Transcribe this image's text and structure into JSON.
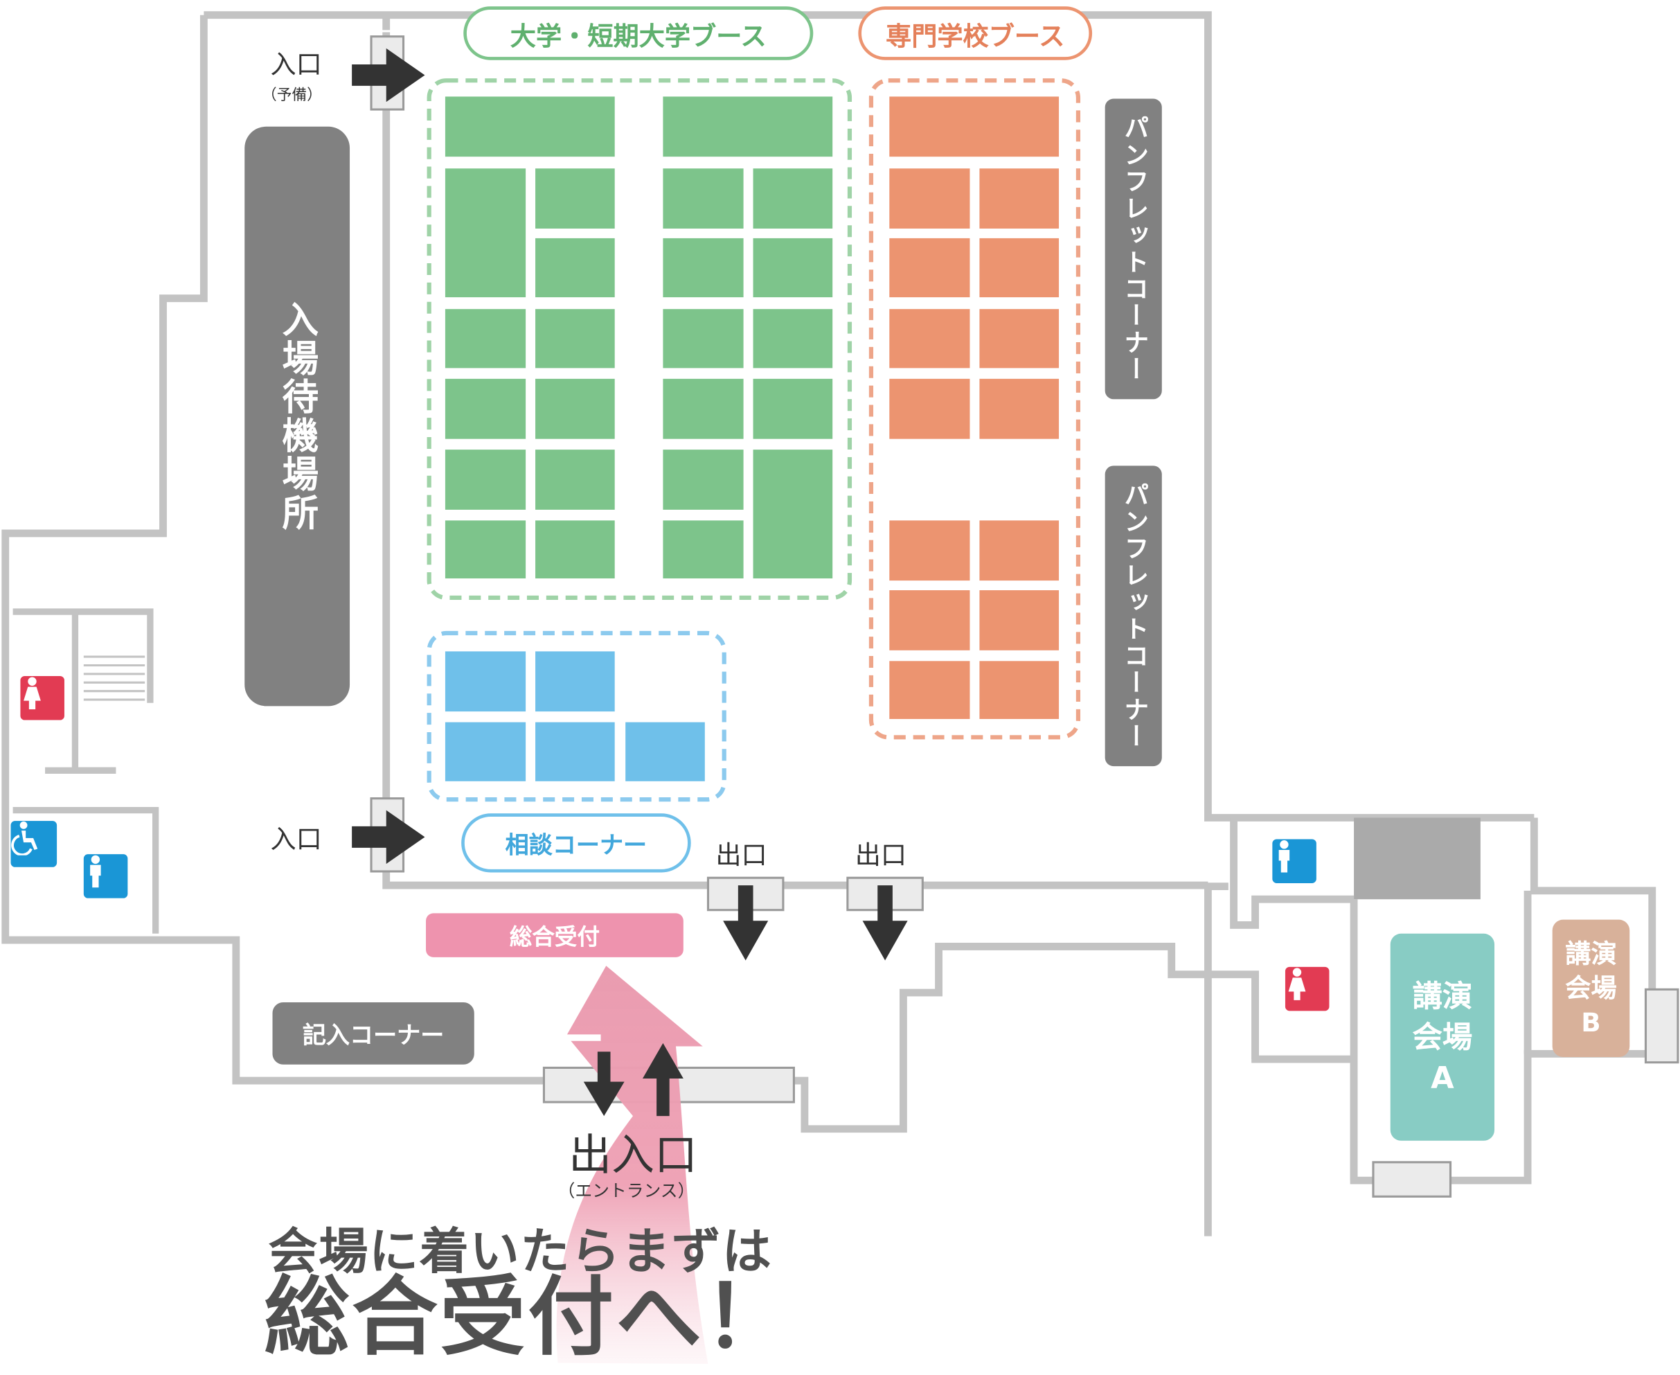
{
  "colors": {
    "university": "#7dc48b",
    "vocational": "#ec9470",
    "consult": "#6fc0ea",
    "reception": "#ee93ae",
    "gray_panel": "#818181",
    "hall_a": "#88ccc4",
    "hall_b": "#d8b19a",
    "wall": "#c3c3c3",
    "female": "#e23b53",
    "male": "#1a96d6",
    "text": "#444444"
  },
  "labels": {
    "university_booth": "大学・短期大学ブース",
    "vocational_booth": "専門学校ブース",
    "consult_corner": "相談コーナー",
    "reception": "総合受付",
    "fill_in_corner": "記入コーナー",
    "waiting_area": "入場待機場所",
    "pamphlet_corner_1": "パンフレットコーナー",
    "pamphlet_corner_2": "パンフレットコーナー",
    "entrance_reserve": "入口",
    "entrance_reserve_sub": "（予備）",
    "entrance": "入口",
    "exit_1": "出口",
    "exit_2": "出口",
    "main_entrance": "出入口",
    "main_entrance_sub": "（エントランス）",
    "hall_a": "講演\n会場\nA",
    "hall_b": "講演\n会場\nB",
    "slogan_line1": "会場に着いたらまずは",
    "slogan_line2": "総合受付へ！"
  },
  "icons": {
    "restroom_female": "female-restroom-icon",
    "restroom_male": "male-restroom-icon",
    "accessible": "wheelchair-icon",
    "stairs": "stairs-icon"
  }
}
